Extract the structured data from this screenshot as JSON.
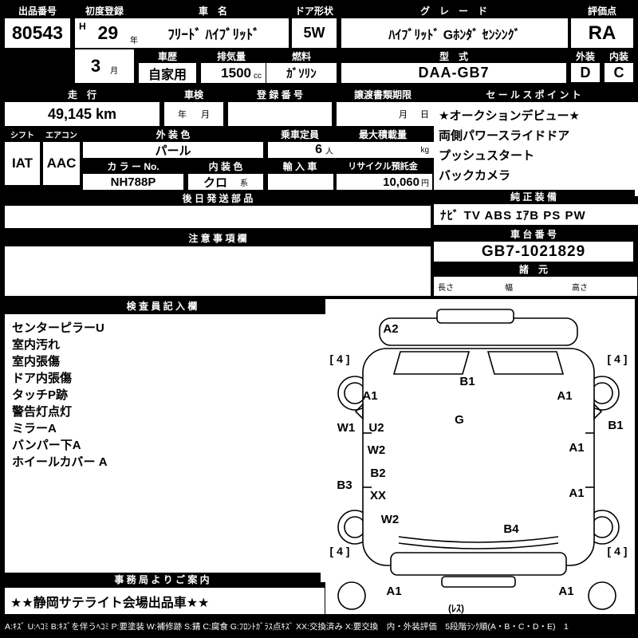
{
  "top": {
    "lot_label": "出品番号",
    "lot_number": "80543",
    "first_reg_label": "初度登録",
    "first_reg_era": "H",
    "first_reg_year": "29",
    "first_reg_year_unit": "年",
    "first_reg_month": "3",
    "first_reg_month_unit": "月",
    "car_name_label": "車　名",
    "car_name": "ﾌﾘｰﾄﾞ ﾊｲﾌﾞﾘｯﾄﾞ",
    "door_label": "ドア形状",
    "door": "5W",
    "grade_label": "グ　レ　ー　ド",
    "grade": "ﾊｲﾌﾞﾘｯﾄﾞ  Gﾎﾝﾀﾞ ｾﾝｼﾝｸﾞ",
    "score_label": "評価点",
    "score": "RA",
    "history_label": "車歴",
    "history": "自家用",
    "displacement_label": "排気量",
    "displacement": "1500",
    "displacement_unit": "cc",
    "fuel_label": "燃料",
    "fuel": "ｶﾞｿﾘﾝ",
    "model_label": "型　式",
    "model_code": "DAA-GB7",
    "exterior_label": "外装",
    "exterior_grade": "D",
    "interior_label": "内装",
    "interior_grade": "C"
  },
  "mid": {
    "mileage_label": "走　行",
    "mileage": "49,145 km",
    "shaken_label": "車検",
    "shaken_year_unit": "年",
    "shaken_month_unit": "月",
    "reg_no_label": "登 録 番 号",
    "deadline_label": "譲渡書類期限",
    "deadline_month_unit": "月",
    "deadline_day_unit": "日",
    "sales_label": "セ ー ル ス ポ イ ン ト",
    "sales_points": [
      "★オークションデビュー★",
      "両側パワースライドドア",
      "プッシュスタート",
      "バックカメラ"
    ],
    "shift_label": "シフト",
    "shift": "IAT",
    "aircon_label": "エアコン",
    "aircon": "AAC",
    "ext_color_label": "外 装 色",
    "ext_color": "パール",
    "capacity_label": "乗車定員",
    "capacity": "6",
    "capacity_unit": "人",
    "max_load_label": "最大積載量",
    "max_load_unit": "kg",
    "color_no_label": "カ ラ ー No.",
    "color_no": "NH788P",
    "int_color_label": "内 装 色",
    "int_color": "クロ",
    "int_color_unit": "系",
    "import_label": "輸 入 車",
    "recycle_label": "リサイクル預託金",
    "recycle_fee": "10,060",
    "recycle_unit": "円",
    "late_parts_label": "後 日 発 送 部 品",
    "equipment_label": "純 正 装 備",
    "equipment": "ﾅﾋﾞ TV ABS ｴｱB PS PW",
    "notes_label": "注 意 事 項 欄",
    "chassis_label": "車 台 番 号",
    "chassis_no": "GB7-1021829",
    "specs_label": "諸　元",
    "length_label": "長さ",
    "width_label": "幅",
    "height_label": "高さ"
  },
  "lower": {
    "inspector_label": "検 査 員 記 入 欄",
    "inspector_notes": [
      "センターピラーU",
      "室内汚れ",
      "室内張傷",
      "ドア内張傷",
      "タッチP跡",
      "警告灯点灯",
      "ミラーA",
      "バンパー下A",
      "ホイールカバー A"
    ],
    "office_label": "事 務 局 よ り ご 案 内",
    "office_note": "★★静岡サテライト会場出品車★★",
    "legend": "A:ｷｽﾞ U:ﾍｺﾐ B:ｷｽﾞを伴うﾍｺﾐ P:要塗装 W:補修跡 S:錆 C:腐食 G:ﾌﾛﾝﾄｶﾞﾗｽ点ｷｽﾞ XX:交換済み X:要交換　内・外装評価　5段階ﾗﾝｸ順(A・B・C・D・E)　1"
  },
  "diagram": {
    "markers": [
      {
        "code": "A2"
      },
      {
        "code": "[ 4 ]"
      },
      {
        "code": "[ 4 ]"
      },
      {
        "code": "A1"
      },
      {
        "code": "B1"
      },
      {
        "code": "A1"
      },
      {
        "code": "W1"
      },
      {
        "code": "U2"
      },
      {
        "code": "G"
      },
      {
        "code": "B1"
      },
      {
        "code": "W2"
      },
      {
        "code": "A1"
      },
      {
        "code": "B2"
      },
      {
        "code": "B3"
      },
      {
        "code": "XX"
      },
      {
        "code": "A1"
      },
      {
        "code": "W2"
      },
      {
        "code": "B4"
      },
      {
        "code": "[ 4 ]"
      },
      {
        "code": "[ 4 ]"
      },
      {
        "code": "A1"
      },
      {
        "code": "A1"
      },
      {
        "code": "(ﾚｽ)"
      }
    ]
  }
}
